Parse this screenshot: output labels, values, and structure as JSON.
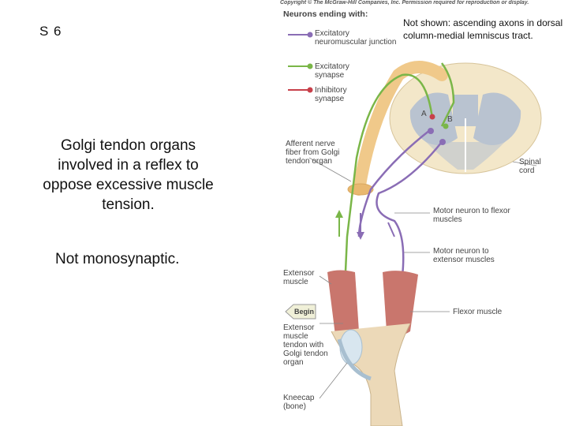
{
  "slide": {
    "number": "S 6",
    "main_text": "Golgi tendon organs involved in a reflex to oppose excessive muscle tension.",
    "note": "Not monosynaptic.",
    "not_shown": "Not shown: ascending axons in dorsal column-medial lemniscus tract."
  },
  "figure": {
    "copyright": "Copyright © The McGraw-Hill Companies, Inc. Permission required for reproduction or display.",
    "legend_title": "Neurons ending with:",
    "legend": [
      {
        "label": "Excitatory neuromuscular junction",
        "color": "#8a6db5"
      },
      {
        "label": "Excitatory synapse",
        "color": "#7ab648"
      },
      {
        "label": "Inhibitory synapse",
        "color": "#c8404a"
      }
    ],
    "labels": {
      "a": "A",
      "b": "B",
      "afferent": "Afferent nerve fiber from Golgi tendon organ",
      "spinal_cord": "Spinal cord",
      "motor_flexor": "Motor neuron to flexor muscles",
      "motor_extensor": "Motor neuron to extensor muscles",
      "extensor_muscle": "Extensor muscle",
      "begin": "Begin",
      "extensor_tendon": "Extensor muscle tendon with Golgi tendon organ",
      "flexor_muscle": "Flexor muscle",
      "kneecap": "Kneecap (bone)"
    }
  }
}
